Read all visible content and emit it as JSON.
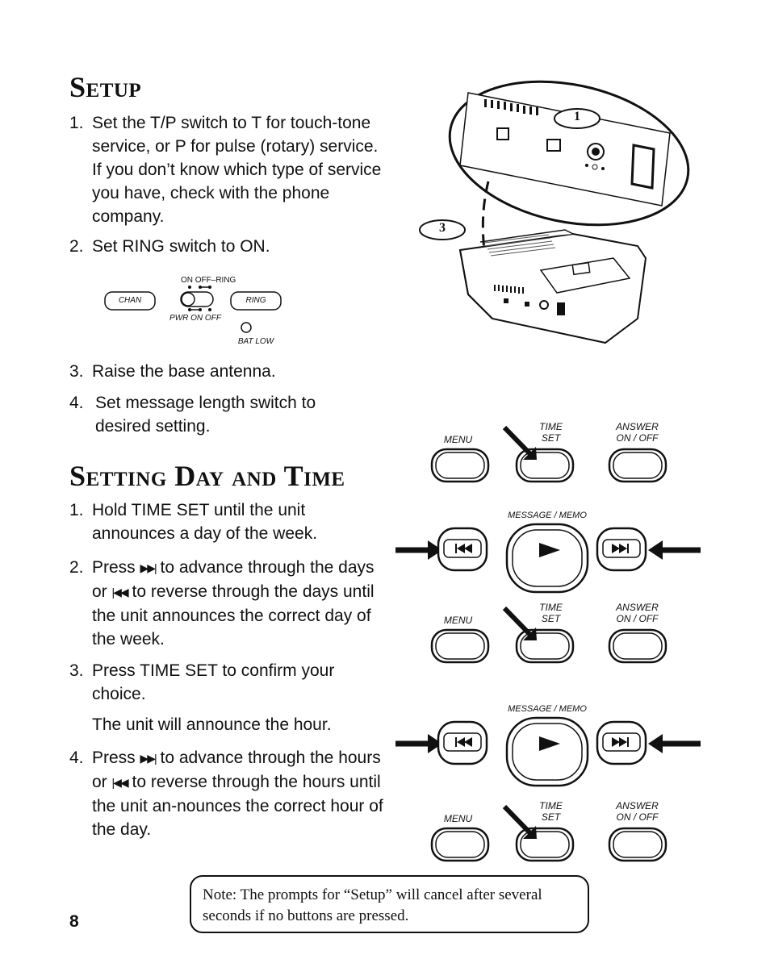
{
  "setup": {
    "title": "Setup",
    "steps": [
      {
        "num": "1.",
        "text": "Set the T/P switch to T for touch-tone service, or P for pulse (rotary) service. If you don’t know which type of service you have, check with the phone company."
      },
      {
        "num": "2.",
        "text": "Set RING switch to ON."
      },
      {
        "num": "3.",
        "text": "Raise the base antenna."
      },
      {
        "num": "4.",
        "text": "Set message length switch to desired setting."
      }
    ],
    "panel": {
      "chan": "CHAN",
      "ring": "RING",
      "on_off_ring": "ON  OFF–RING",
      "pwr_on_off": "PWR ON  OFF",
      "bat_low": "BAT LOW"
    },
    "callouts": [
      "1",
      "3"
    ]
  },
  "setting": {
    "title": "Setting Day and Time",
    "step1": {
      "num": "1.",
      "text": "Hold TIME SET until the unit announces a day of the week."
    },
    "step2": {
      "num": "2.",
      "pre": "Press ",
      "mid": " to advance through the days or ",
      "post": " to reverse through the days until the unit announces the correct day of the week."
    },
    "step3": {
      "num": "3.",
      "text": "Press TIME SET to confirm your choice."
    },
    "step3_note": "The unit will announce the hour.",
    "step4": {
      "num": "4.",
      "pre": "Press ",
      "mid": " to advance through the ",
      "post": "hours or ",
      "post2": " to reverse through the hours until the unit an-nounces the correct hour of the day."
    },
    "sym_fwd": "▶▶|",
    "sym_rev": "|◀◀"
  },
  "diagram": {
    "menu": "MENU",
    "time_set": "TIME\nSET",
    "answer": "ANSWER\nON / OFF",
    "message_memo": "MESSAGE / MEMO"
  },
  "note": "Note: The prompts for “Setup” will cancel after several seconds if no buttons are pressed.",
  "page_number": "8"
}
